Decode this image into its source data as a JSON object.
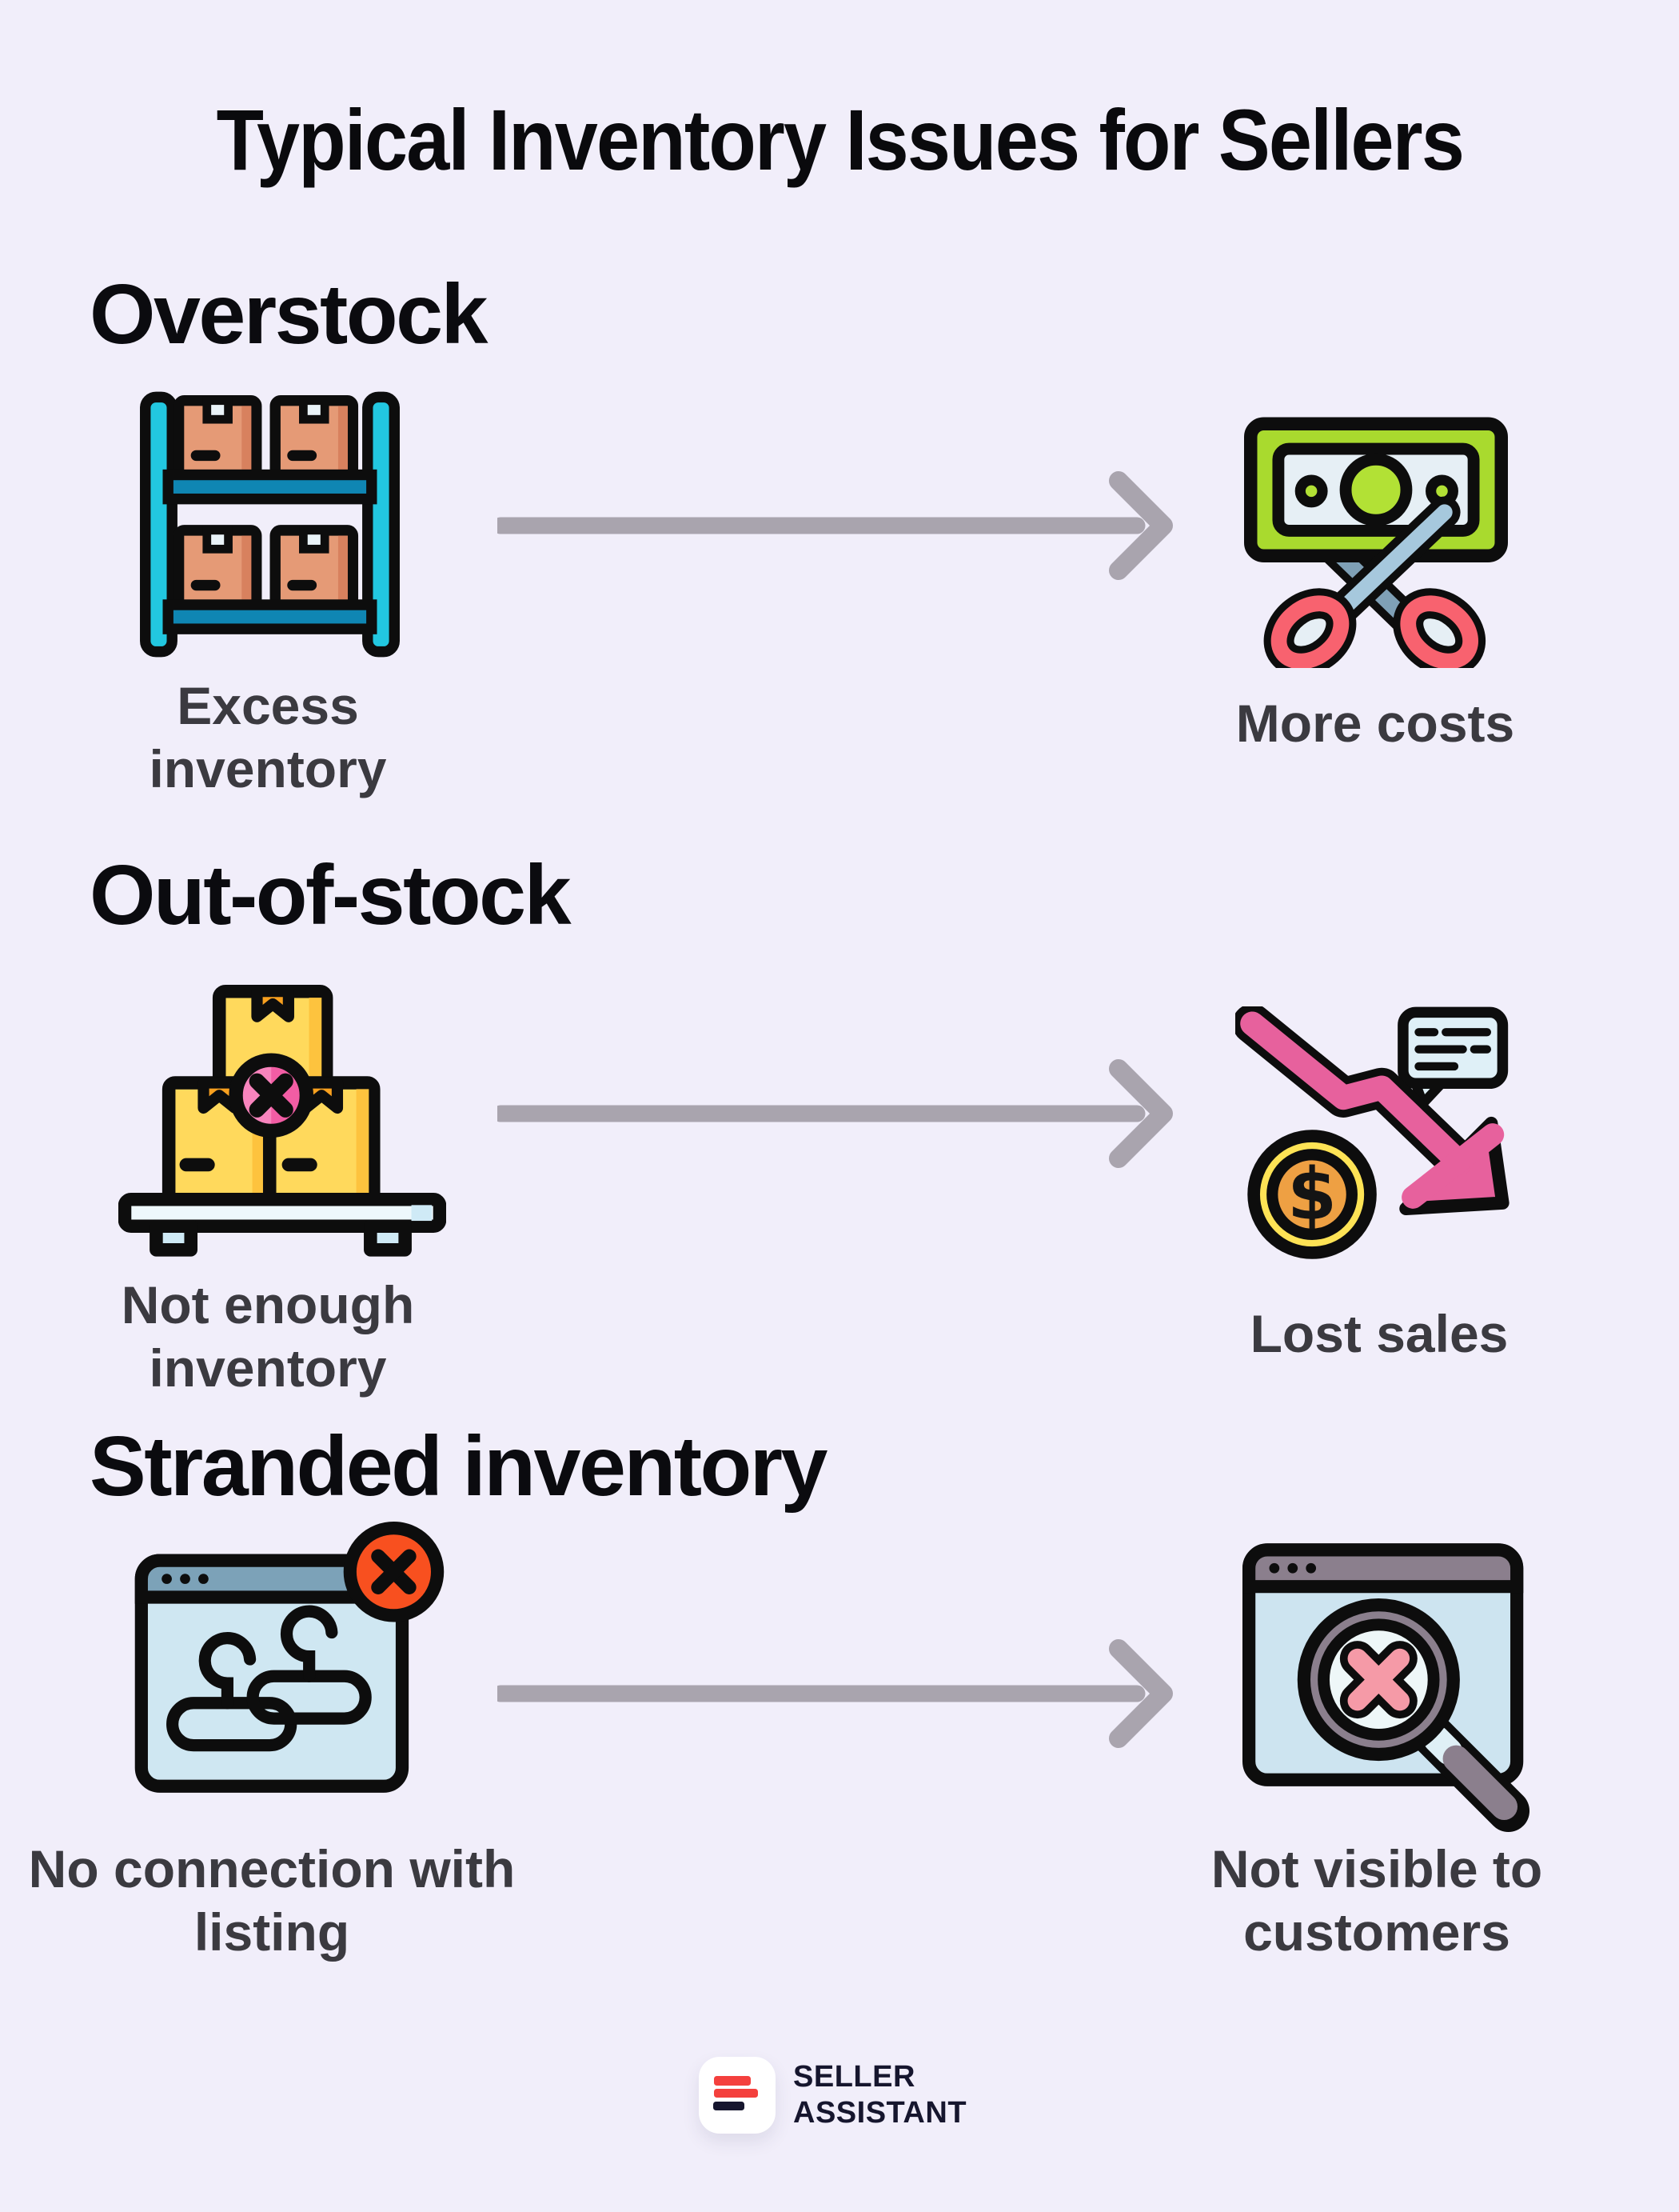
{
  "title": "Typical Inventory Issues for Sellers",
  "sections": [
    {
      "heading": "Overstock",
      "cause": {
        "label": "Excess inventory",
        "icon": "warehouse-shelf-icon"
      },
      "effect": {
        "label": "More costs",
        "icon": "money-scissors-icon"
      }
    },
    {
      "heading": "Out-of-stock",
      "cause": {
        "label": "Not enough inventory",
        "icon": "stacked-boxes-x-icon"
      },
      "effect": {
        "label": "Lost sales",
        "icon": "declining-sales-icon"
      }
    },
    {
      "heading": "Stranded inventory",
      "cause": {
        "label": "No connection with listing",
        "icon": "listing-disconnected-icon"
      },
      "effect": {
        "label": "Not visible to customers",
        "icon": "search-not-found-icon"
      }
    }
  ],
  "footer": {
    "brand_line1": "SELLER",
    "brand_line2": "ASSISTANT"
  },
  "colors": {
    "background": "#f1eefa",
    "title_text": "#0a0a0d",
    "heading_text": "#0b0b0f",
    "label_text": "#3b3a40",
    "arrow_gray": "#a9a4ae",
    "shelf_cyan": "#22c7e0",
    "shelf_blue": "#0f86b3",
    "box_salmon": "#e59a76",
    "box_yellow": "#ffd95c",
    "tape_orange": "#f8a01f",
    "pink_x_circle": "#f25da4",
    "bill_green": "#a9da2e",
    "scissors_red": "#f8626f",
    "blade_blue": "#a6c8dd",
    "decline_pink": "#e7619d",
    "speech_bubble_blue": "#dff0f7",
    "coin_yellow": "#fee355",
    "coin_orange": "#eea043",
    "browser_bar_blue": "#7ca2b8",
    "browser_body_blue": "#cfe7f2",
    "error_red": "#f8501f",
    "browser_bar_mauve": "#8b7f8d",
    "lens_x_pink": "#f59aa7",
    "logo_red": "#f4403d",
    "logo_navy": "#16162e"
  }
}
